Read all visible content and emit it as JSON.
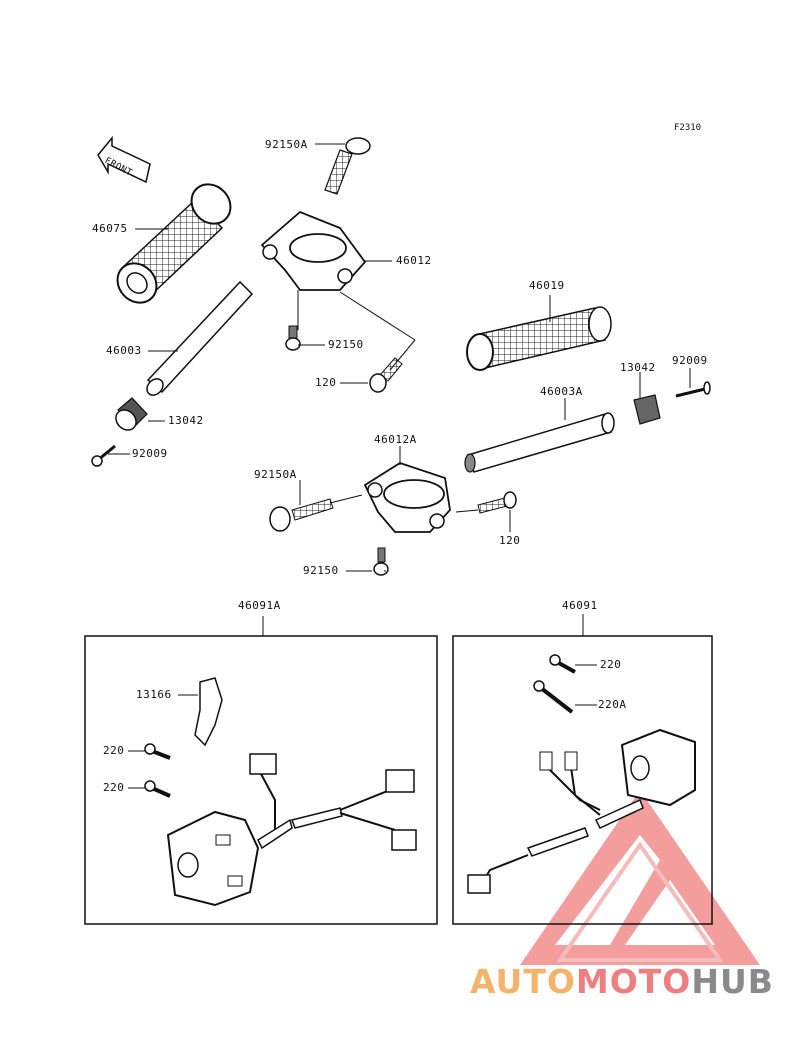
{
  "figure_code": "F2310",
  "front_arrow_text": "FRONT",
  "watermark": {
    "part1": "AUTO",
    "part2": "MOTO",
    "part3": "HUB"
  },
  "labels": {
    "l92150A_top": "92150A",
    "l46075": "46075",
    "l46012": "46012",
    "l46003": "46003",
    "l92150_top": "92150",
    "l120_top": "120",
    "l13042_left": "13042",
    "l92009_left": "92009",
    "l46019": "46019",
    "l13042_right": "13042",
    "l92009_right": "92009",
    "l46003A": "46003A",
    "l46012A": "46012A",
    "l92150A_mid": "92150A",
    "l120_mid": "120",
    "l92150_mid": "92150",
    "l46091A": "46091A",
    "l46091": "46091",
    "l13166": "13166",
    "l220_a": "220",
    "l220_b": "220",
    "l220_right": "220",
    "l220A_right": "220A"
  }
}
